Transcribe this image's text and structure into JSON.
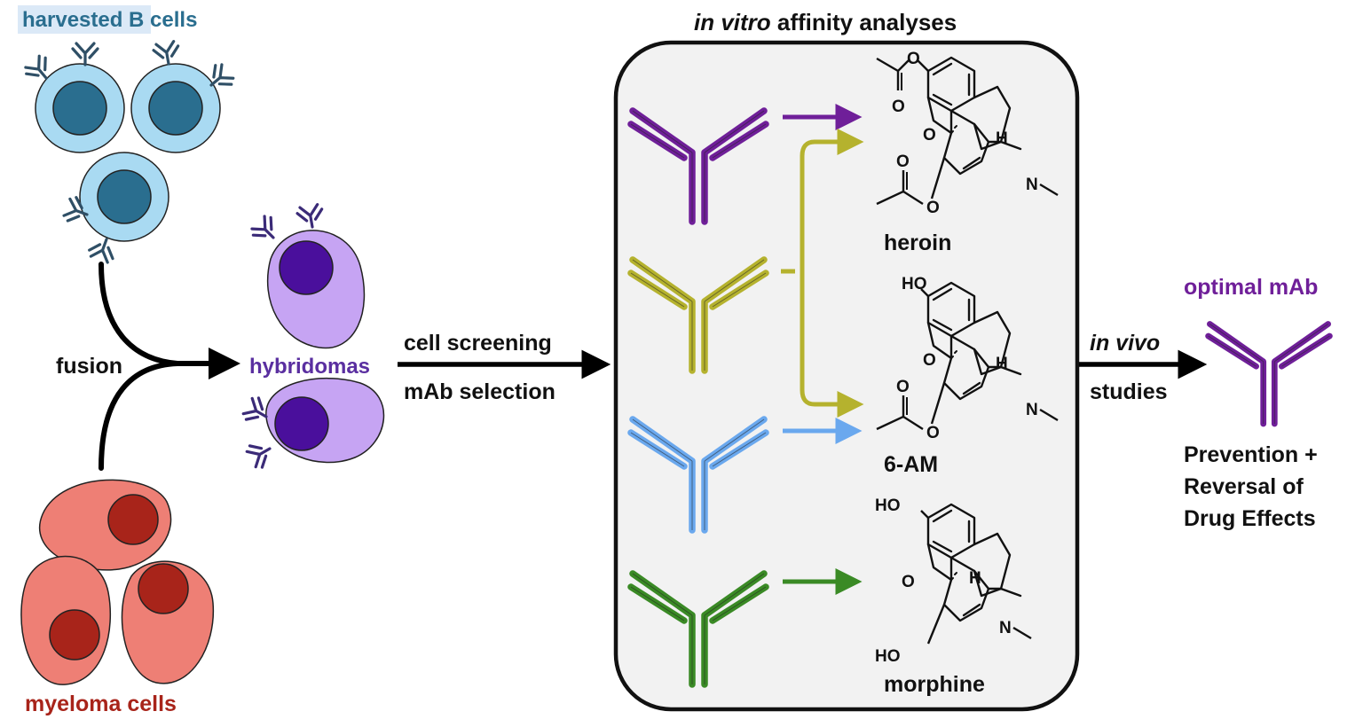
{
  "labels": {
    "harvested_b_cells": "harvested B cells",
    "myeloma_cells": "myeloma cells",
    "fusion": "fusion",
    "hybridomas": "hybridomas",
    "cell_screening": "cell screening",
    "mab_selection": "mAb selection",
    "in_vitro_italic": "in vitro",
    "affinity_analyses": " affinity analyses",
    "in_vivo": "in vivo",
    "studies": "studies",
    "optimal_mab": "optimal mAb",
    "outcome_line1": "Prevention +",
    "outcome_line2": "Reversal of",
    "outcome_line3": "Drug Effects"
  },
  "compounds": [
    {
      "name": "heroin",
      "oh_top": "",
      "oh_bottom": ""
    },
    {
      "name": "6-AM",
      "oh_top": "HO",
      "oh_bottom": ""
    },
    {
      "name": "morphine",
      "oh_top": "HO",
      "oh_bottom": "HO"
    }
  ],
  "atoms": {
    "O": "O",
    "H": "H",
    "N": "N"
  },
  "colors": {
    "b_cell_fill": "#a9daf2",
    "b_cell_nucleus": "#2a6e8f",
    "b_cell_antibody": "#2f4f66",
    "myeloma_fill": "#ee7f75",
    "myeloma_nucleus": "#a8241a",
    "hybridoma_fill": "#c6a4f3",
    "hybridoma_nucleus": "#4a0f9c",
    "hybridoma_antibody": "#3b2b78",
    "hybridoma_label": "#5a2fa0",
    "mab_purple": "#6f1f99",
    "mab_olive": "#b5b22e",
    "mab_blue": "#6aa8ee",
    "mab_green": "#3a8a25",
    "panel_fill": "#f2f2f2"
  },
  "icons": [
    "b-cell-icon",
    "myeloma-cell-icon",
    "hybridoma-cell-icon",
    "antibody-icon",
    "arrow-icon",
    "chemical-structure-icon"
  ]
}
